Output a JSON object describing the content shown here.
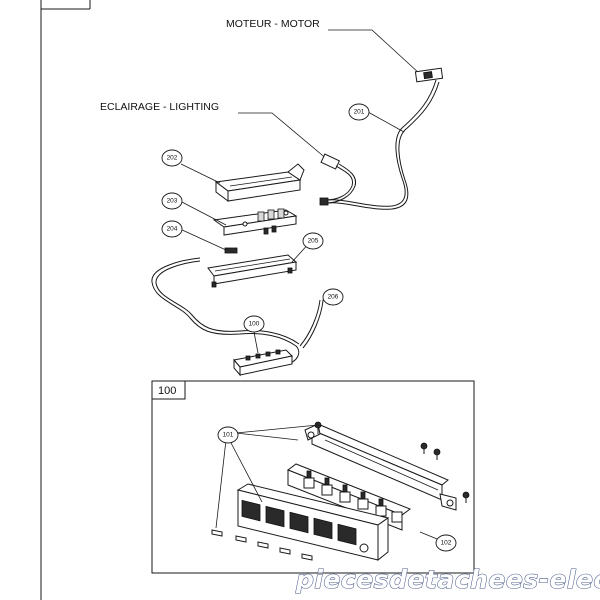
{
  "labels": {
    "motor": "MOTEUR - MOTOR",
    "lighting": "ECLAIRAGE - LIGHTING"
  },
  "callouts": {
    "c201": "201",
    "c202": "202",
    "c203": "203",
    "c204": "204",
    "c205": "205",
    "c206": "206",
    "c100": "100",
    "c101": "101",
    "c102": "102"
  },
  "inset": {
    "title": "100"
  },
  "watermark": "piecesdetachees-elec.com",
  "colors": {
    "line": "#1a1a1a",
    "watermark_outline": "#4a5a8a"
  }
}
